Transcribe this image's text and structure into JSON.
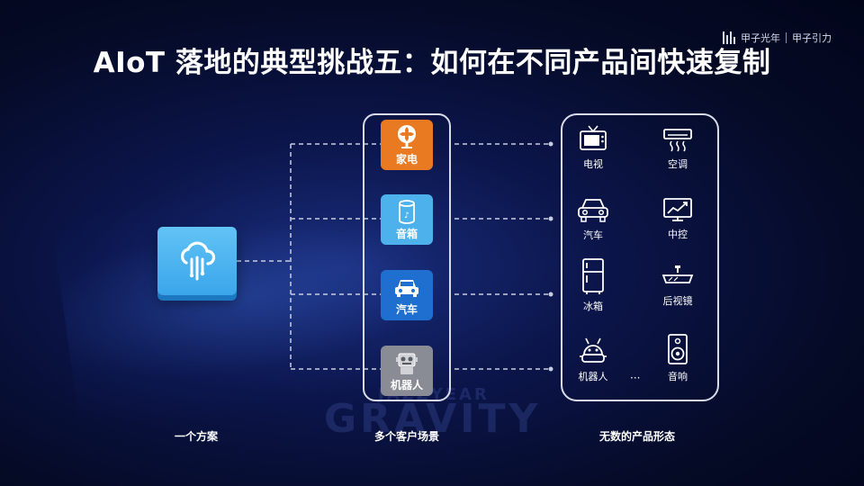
{
  "title": "AIoT 落地的典型挑战五：如何在不同产品间快速复制",
  "brand": {
    "left": "甲子光年",
    "right": "甲子引力"
  },
  "watermark": {
    "top": "JAZZYEAR",
    "bottom": "GRAVITY"
  },
  "solution": {
    "icon": "cloud-data-icon"
  },
  "scenarios": [
    {
      "label": "家电",
      "icon": "fan-icon",
      "color": "#e97a22"
    },
    {
      "label": "音箱",
      "icon": "speaker-icon",
      "color": "#4db2ec"
    },
    {
      "label": "汽车",
      "icon": "car-icon",
      "color": "#1f6fd0"
    },
    {
      "label": "机器人",
      "icon": "robot-icon",
      "color": "#8a8c95"
    }
  ],
  "products": [
    {
      "label": "电视",
      "icon": "tv-icon"
    },
    {
      "label": "空调",
      "icon": "air-conditioner-icon"
    },
    {
      "label": "汽车",
      "icon": "car-icon"
    },
    {
      "label": "中控",
      "icon": "dashboard-screen-icon"
    },
    {
      "label": "冰箱",
      "icon": "fridge-icon"
    },
    {
      "label": "后视镜",
      "icon": "rearview-mirror-icon"
    },
    {
      "label": "机器人",
      "icon": "robot-icon"
    },
    {
      "label": "音响",
      "icon": "speaker-icon"
    }
  ],
  "ellipsis": "···",
  "captions": {
    "left": "一个方案",
    "middle": "多个客户场景",
    "right": "无数的产品形态"
  }
}
